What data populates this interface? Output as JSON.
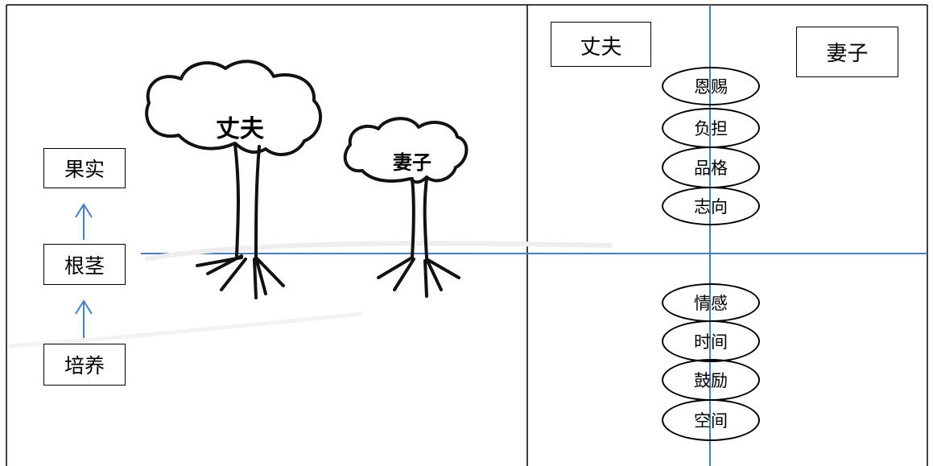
{
  "left_panel": {
    "flow": {
      "top": "果实",
      "middle": "根茎",
      "bottom": "培养"
    },
    "trees": {
      "husband_label": "丈夫",
      "wife_label": "妻子"
    }
  },
  "right_panel": {
    "husband_label": "丈夫",
    "wife_label": "妻子",
    "upper_ovals": [
      "恩赐",
      "负担",
      "品格",
      "志向"
    ],
    "lower_ovals": [
      "情感",
      "时间",
      "鼓励",
      "空间"
    ]
  },
  "colors": {
    "axis_line": "#4a7ebb",
    "flow_arrow": "#4a7ebb",
    "border": "#000000"
  }
}
